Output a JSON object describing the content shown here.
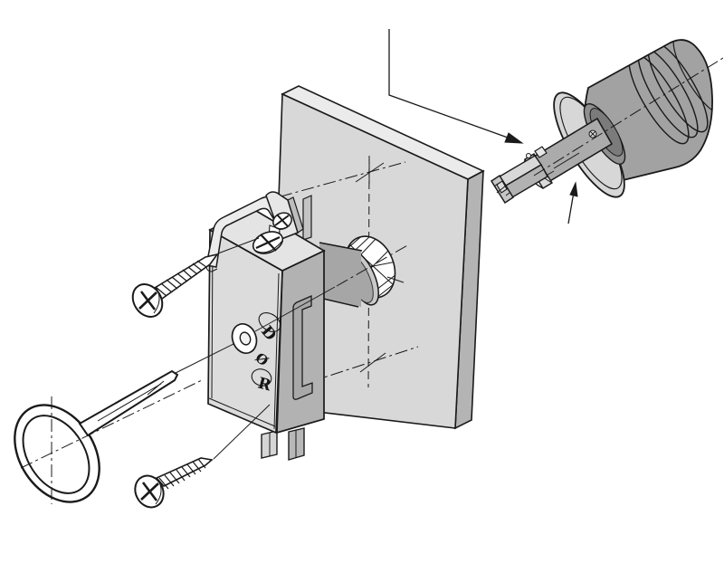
{
  "diagram": {
    "kind": "exploded-assembly-diagram",
    "face_markings": {
      "top": "D",
      "middle": "Ø",
      "bottom": "R"
    },
    "palette": {
      "background": "#ffffff",
      "line": "#1a1a1a",
      "panel_front": "#d8d8d8",
      "panel_top": "#ebebeb",
      "panel_side": "#b4b4b4",
      "lock_front": "#dcdcdc",
      "lock_top": "#e4e4e4",
      "lock_side": "#b2b2b2",
      "bracket": "#ececec",
      "tab_face": "#e7e7e7",
      "tab_edge": "#bdbdbd",
      "boss": "#a6a6a6",
      "boss_band": "#c9c9c9",
      "knob_body": "#a2a2a2",
      "flange": "#d7d7d7",
      "recess": "#8f8f8f",
      "recess_hole": "#7b7b7b",
      "shaft": "#ababab",
      "collar": "#dadada",
      "spindle_top": "#d8d8d8",
      "spindle_side": "#b2b2b2",
      "spindle_face": "#c6c6c6"
    },
    "parts": [
      "mounting-screw-top",
      "mounting-screw-bottom",
      "key",
      "lock-case",
      "mounting-panel",
      "knob-spindle-assembly"
    ]
  }
}
